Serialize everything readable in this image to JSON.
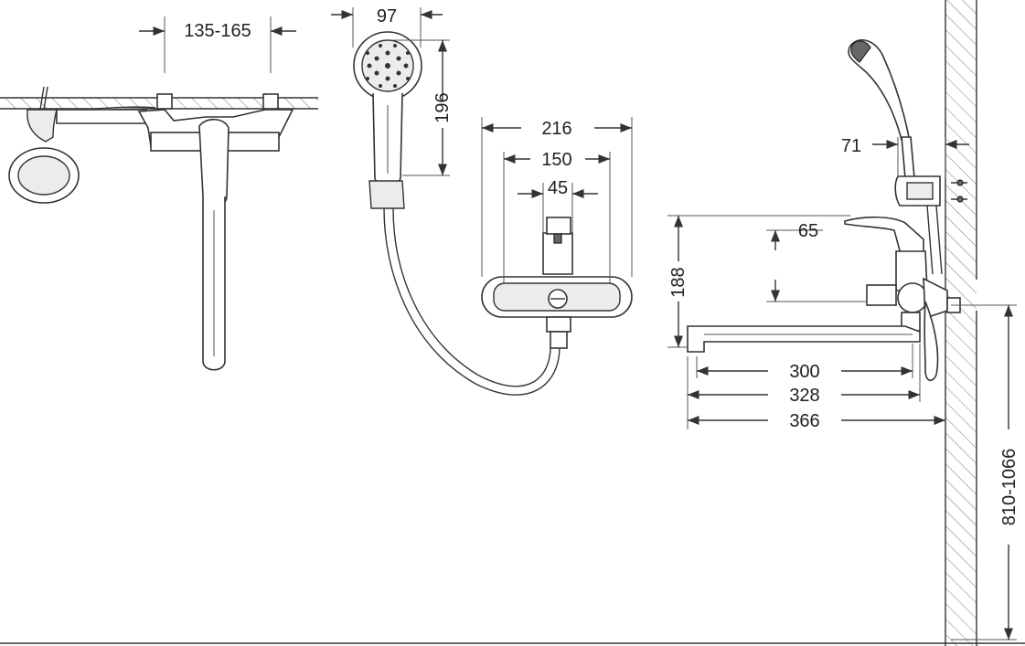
{
  "dimensions": {
    "top_mount_spacing": "135-165",
    "handshower_width": "97",
    "handshower_height": "196",
    "body_width_overall": "216",
    "body_width_mid": "150",
    "body_width_center": "45",
    "handle_height": "188",
    "handle_offset": "65",
    "holder_offset": "71",
    "spout_length_short": "300",
    "spout_length_mid": "328",
    "spout_length_long": "366",
    "mount_height": "810-1066"
  }
}
